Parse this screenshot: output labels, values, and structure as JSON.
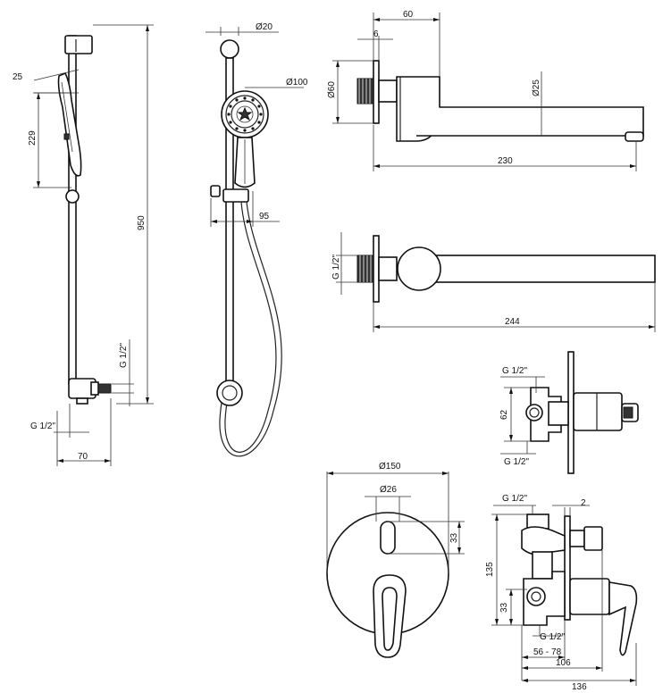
{
  "labels": {
    "shower_angle": "25",
    "shower_head_height": "229",
    "rail_height": "950",
    "outlet_thread_side": "G 1/2\"",
    "outlet_thread_bottom": "G 1/2\"",
    "outlet_depth": "70",
    "knob_diameter": "Ø20",
    "head_diameter": "Ø100",
    "rail_offset": "95",
    "spout_flange_offset": "60",
    "spout_flange_thickness": "6",
    "spout_flange_diameter": "Ø60",
    "spout_diameter": "Ø25",
    "spout_reach": "230",
    "spout_thread": "G 1/2\"",
    "spout_total_length": "244",
    "valve_top_thread": "G 1/2\"",
    "valve_height": "62",
    "valve_bottom_thread": "G 1/2\"",
    "plate_diameter": "Ø150",
    "lever_diameter": "Ø26",
    "lever_offset": "33",
    "body_top_thread": "G 1/2\"",
    "plate_gap": "2",
    "body_height": "135",
    "body_lower_offset": "33",
    "body_bottom_thread": "G 1/2\"",
    "install_depth_range": "56 - 78",
    "install_depth": "106",
    "total_depth": "136"
  }
}
